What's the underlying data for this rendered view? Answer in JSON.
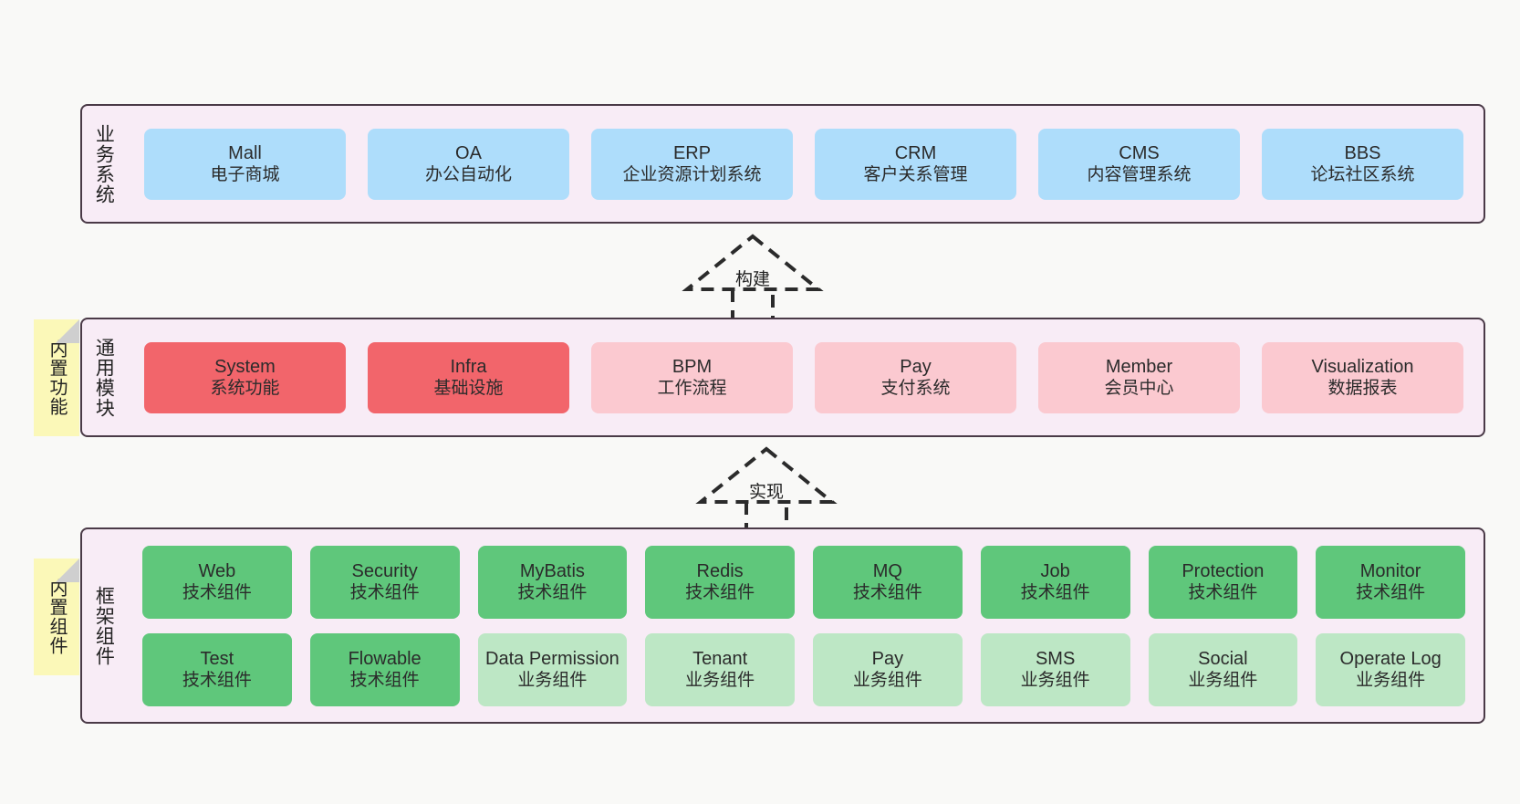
{
  "diagram": {
    "background": "#f9f9f7",
    "container_bg": "#f8ecf6",
    "container_border": "#4a3a47",
    "sticky_bg": "#fbf8b8",
    "colors": {
      "blue": "#aeddfb",
      "red": "#f2656b",
      "pink_light": "#fbc9d0",
      "green": "#5fc77b",
      "green_light": "#bde7c5"
    }
  },
  "layers": [
    {
      "id": "business",
      "title": "业务系统",
      "rows": [
        {
          "nodes": [
            {
              "en": "Mall",
              "cn": "电子商城",
              "color": "blue"
            },
            {
              "en": "OA",
              "cn": "办公自动化",
              "color": "blue"
            },
            {
              "en": "ERP",
              "cn": "企业资源计划系统",
              "color": "blue"
            },
            {
              "en": "CRM",
              "cn": "客户关系管理",
              "color": "blue"
            },
            {
              "en": "CMS",
              "cn": "内容管理系统",
              "color": "blue"
            },
            {
              "en": "BBS",
              "cn": "论坛社区系统",
              "color": "blue"
            }
          ]
        }
      ]
    },
    {
      "id": "modules",
      "title": "通用模块",
      "sticky": "内置功能",
      "rows": [
        {
          "nodes": [
            {
              "en": "System",
              "cn": "系统功能",
              "color": "red"
            },
            {
              "en": "Infra",
              "cn": "基础设施",
              "color": "red"
            },
            {
              "en": "BPM",
              "cn": "工作流程",
              "color": "pink_light"
            },
            {
              "en": "Pay",
              "cn": "支付系统",
              "color": "pink_light"
            },
            {
              "en": "Member",
              "cn": "会员中心",
              "color": "pink_light"
            },
            {
              "en": "Visualization",
              "cn": "数据报表",
              "color": "pink_light"
            }
          ]
        }
      ]
    },
    {
      "id": "framework",
      "title": "框架组件",
      "sticky": "内置组件",
      "rows": [
        {
          "nodes": [
            {
              "en": "Web",
              "cn": "技术组件",
              "color": "green"
            },
            {
              "en": "Security",
              "cn": "技术组件",
              "color": "green"
            },
            {
              "en": "MyBatis",
              "cn": "技术组件",
              "color": "green"
            },
            {
              "en": "Redis",
              "cn": "技术组件",
              "color": "green"
            },
            {
              "en": "MQ",
              "cn": "技术组件",
              "color": "green"
            },
            {
              "en": "Job",
              "cn": "技术组件",
              "color": "green"
            },
            {
              "en": "Protection",
              "cn": "技术组件",
              "color": "green"
            },
            {
              "en": "Monitor",
              "cn": "技术组件",
              "color": "green"
            }
          ]
        },
        {
          "nodes": [
            {
              "en": "Test",
              "cn": "技术组件",
              "color": "green"
            },
            {
              "en": "Flowable",
              "cn": "技术组件",
              "color": "green"
            },
            {
              "en": "Data Permission",
              "cn": "业务组件",
              "color": "green_light"
            },
            {
              "en": "Tenant",
              "cn": "业务组件",
              "color": "green_light"
            },
            {
              "en": "Pay",
              "cn": "业务组件",
              "color": "green_light"
            },
            {
              "en": "SMS",
              "cn": "业务组件",
              "color": "green_light"
            },
            {
              "en": "Social",
              "cn": "业务组件",
              "color": "green_light"
            },
            {
              "en": "Operate Log",
              "cn": "业务组件",
              "color": "green_light"
            }
          ]
        }
      ]
    }
  ],
  "arrows": [
    {
      "id": "build",
      "label": "构建",
      "style": "dashed-generalization",
      "direction": "up"
    },
    {
      "id": "realize",
      "label": "实现",
      "style": "dashed-generalization",
      "direction": "up"
    }
  ]
}
